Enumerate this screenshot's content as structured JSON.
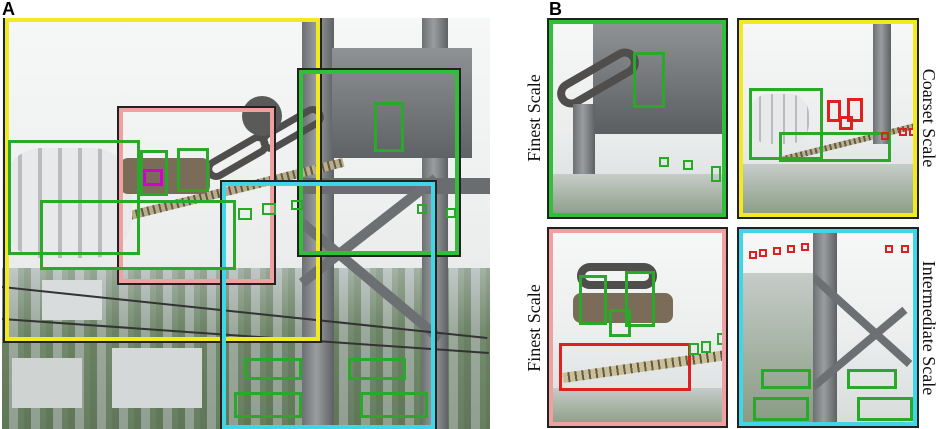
{
  "panel_labels": {
    "a": "A",
    "b": "B"
  },
  "scale_labels": {
    "top_left": "Finest Scale",
    "top_right": "Coarset Scale",
    "bottom_left": "Finest Scale",
    "bottom_right": "Intermediate Scale"
  },
  "colors": {
    "coarse_frame": "#f2ea1f",
    "fine_frame_green": "#2fbf3a",
    "fine_frame_pink": "#f0a0a0",
    "intermediate_frame": "#40d6e8",
    "detection_green": "#2aa82a",
    "detection_red": "#e02020",
    "detection_magenta": "#d000d0"
  }
}
